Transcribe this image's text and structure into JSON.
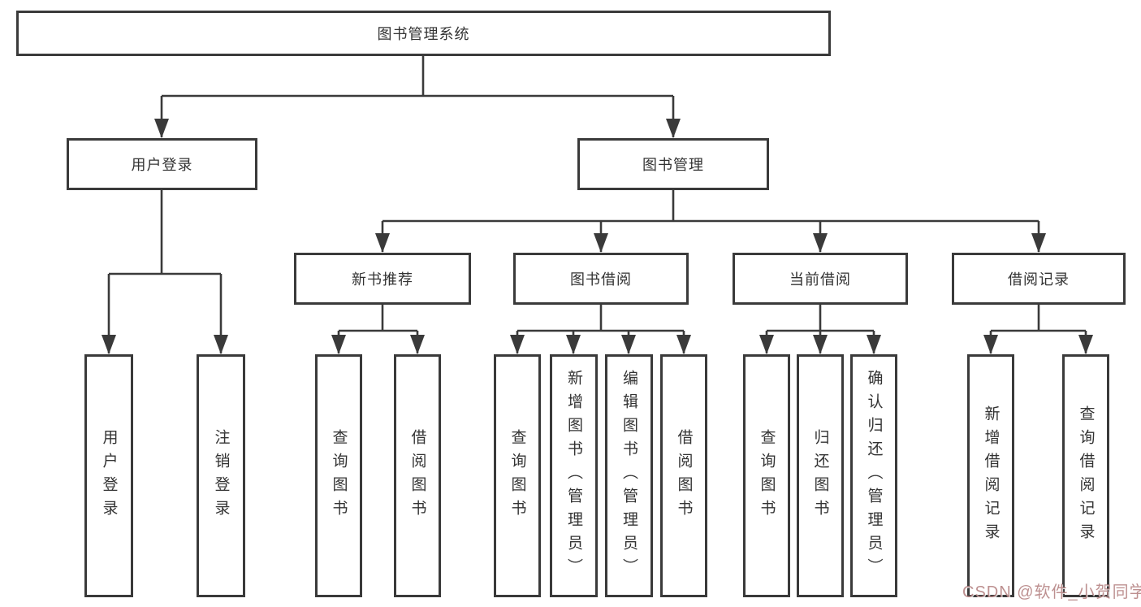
{
  "colors": {
    "line": "#3a3a3a",
    "box_border": "#3a3a3a",
    "text": "#333333",
    "background": "#ffffff",
    "watermark": "#b27c7c"
  },
  "root_label": "图书管理系统",
  "l1": {
    "user_login": "用户登录",
    "book_management": "图书管理"
  },
  "l2": {
    "new_book_recommendation": "新书推荐",
    "book_borrowing": "图书借阅",
    "current_borrowing": "当前借阅",
    "borrowing_records": "借阅记录"
  },
  "leaves": {
    "user_login": "用户登录",
    "logout": "注销登录",
    "nb_query_books": "查询图书",
    "nb_borrow_books": "借阅图书",
    "bb_query_books": "查询图书",
    "bb_add_books_admin": "新增图书（管理员）",
    "bb_edit_books_admin": "编辑图书（管理员）",
    "bb_borrow_books": "借阅图书",
    "cb_query_books": "查询图书",
    "cb_return_books": "归还图书",
    "cb_confirm_return_admin": "确认归还（管理员）",
    "br_add_record": "新增借阅记录",
    "br_query_record": "查询借阅记录"
  },
  "watermark": "CSDN @软件_小贺同学",
  "hierarchy": {
    "label": "图书管理系统",
    "children": [
      {
        "label": "用户登录",
        "children": [
          {
            "label": "用户登录"
          },
          {
            "label": "注销登录"
          }
        ]
      },
      {
        "label": "图书管理",
        "children": [
          {
            "label": "新书推荐",
            "children": [
              {
                "label": "查询图书"
              },
              {
                "label": "借阅图书"
              }
            ]
          },
          {
            "label": "图书借阅",
            "children": [
              {
                "label": "查询图书"
              },
              {
                "label": "新增图书（管理员）"
              },
              {
                "label": "编辑图书（管理员）"
              },
              {
                "label": "借阅图书"
              }
            ]
          },
          {
            "label": "当前借阅",
            "children": [
              {
                "label": "查询图书"
              },
              {
                "label": "归还图书"
              },
              {
                "label": "确认归还（管理员）"
              }
            ]
          },
          {
            "label": "借阅记录",
            "children": [
              {
                "label": "新增借阅记录"
              },
              {
                "label": "查询借阅记录"
              }
            ]
          }
        ]
      }
    ]
  }
}
